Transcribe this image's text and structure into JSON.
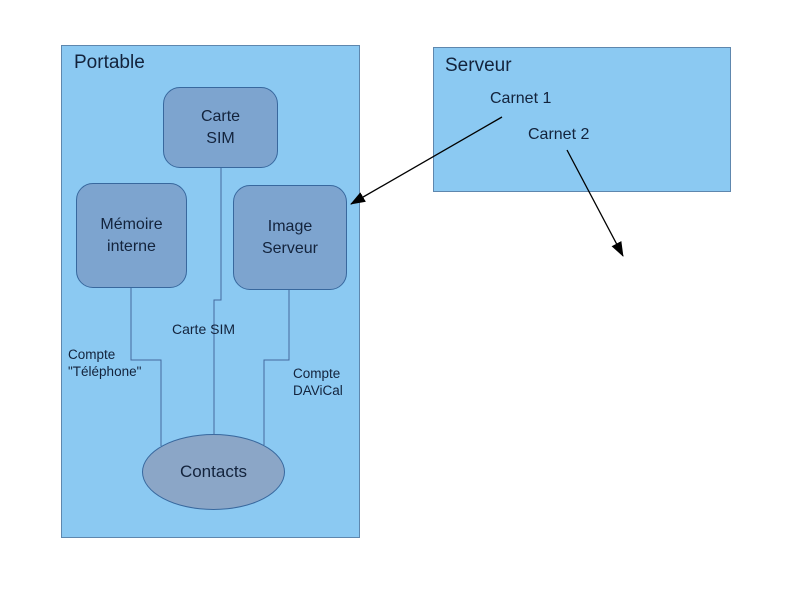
{
  "colors": {
    "background": "#ffffff",
    "container_fill": "#8bc9f2",
    "container_border": "#5e87ae",
    "node_fill": "#7da4cf",
    "node_border": "#38689e",
    "ellipse_fill": "#8ba6c7",
    "connector": "#44699d",
    "text": "#13233c",
    "arrow": "#000000"
  },
  "portable": {
    "title": "Portable",
    "nodes": {
      "carte_sim": {
        "line1": "Carte",
        "line2": "SIM"
      },
      "memoire_interne": {
        "line1": "Mémoire",
        "line2": "interne"
      },
      "image_serveur": {
        "line1": "Image",
        "line2": "Serveur"
      }
    },
    "contacts": "Contacts",
    "labels": {
      "carte_sim": "Carte SIM",
      "compte_telephone_1": "Compte",
      "compte_telephone_2": "\"Téléphone\"",
      "compte_davical_1": "Compte",
      "compte_davical_2": "DAViCal"
    }
  },
  "serveur": {
    "title": "Serveur",
    "carnet_1": "Carnet 1",
    "carnet_2": "Carnet 2"
  }
}
